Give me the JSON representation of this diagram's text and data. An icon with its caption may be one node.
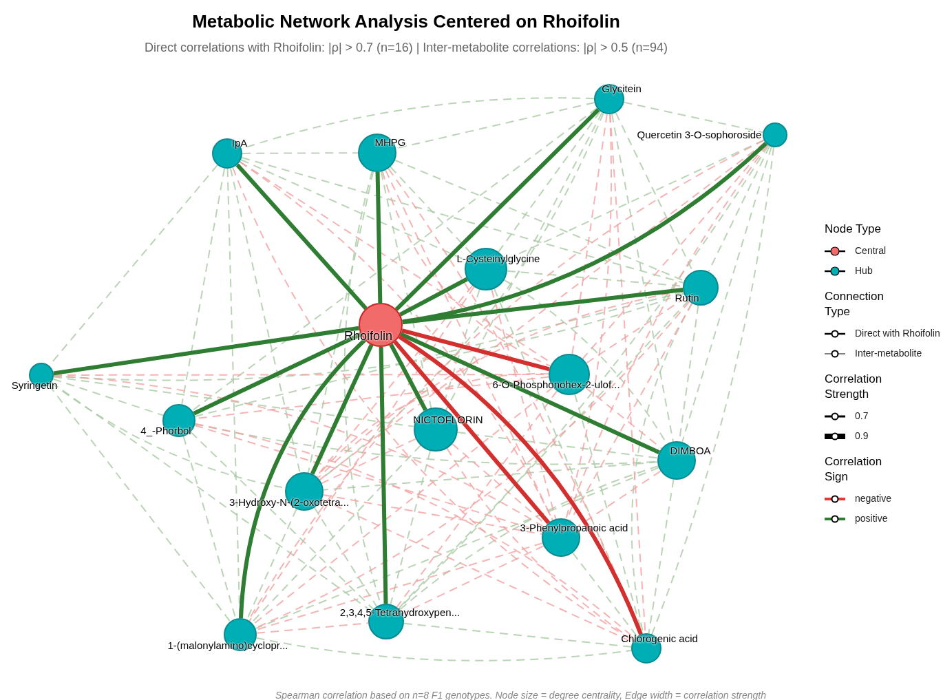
{
  "diagram": {
    "title": "Metabolic Network Analysis Centered on Rhoifolin",
    "caption": "Spearman correlation based on n=8 F1 genotypes. Node size = degree centrality, Edge width = correlation strength",
    "nodes": [
      {
        "text": [
          "Rhoifolin"
        ]
      },
      {
        "text": [
          "Glycitein"
        ]
      },
      {
        "text": [
          "Quercetin 3-O-sophoroside"
        ]
      },
      {
        "text": [
          "IpA"
        ]
      },
      {
        "text": [
          "MHPG"
        ]
      },
      {
        "text": [
          "L-Cysteinylglycine"
        ]
      },
      {
        "text": [
          "Rutin"
        ]
      },
      {
        "text": [
          "Syringetin"
        ]
      },
      {
        "text": [
          "6-O-Phosphonohex-2-ulof..."
        ]
      },
      {
        "text": [
          "4_-Phorbol"
        ]
      },
      {
        "text": [
          "NICTOFLORIN"
        ]
      },
      {
        "text": [
          "DIMBOA"
        ]
      },
      {
        "text": [
          "3-Hydroxy-N-(2-oxotetra..."
        ]
      },
      {
        "text": [
          "3-Phenylpropanoic acid"
        ]
      },
      {
        "text": [
          "1-(malonylamino)cyclopr..."
        ]
      },
      {
        "text": [
          "2,3,4,5-Tetrahydroxypen..."
        ]
      },
      {
        "text": [
          "Chlorogenic acid"
        ]
      }
    ],
    "edges": [
      {
        "from": 1,
        "to": 2,
        "arrow": "none",
        "style": "dashed"
      },
      {
        "from": 1,
        "to": 3,
        "arrow": "none",
        "style": "dashed"
      },
      {
        "from": 1,
        "to": 4,
        "arrow": "none",
        "style": "dashed"
      },
      {
        "from": 1,
        "to": 5,
        "arrow": "none",
        "style": "dashed"
      },
      {
        "from": 1,
        "to": 6,
        "arrow": "none",
        "style": "dashed"
      },
      {
        "from": 1,
        "to": 11,
        "arrow": "none",
        "style": "dashed"
      },
      {
        "from": 1,
        "to": 12,
        "arrow": "none",
        "style": "dashed"
      },
      {
        "from": 1,
        "to": 9,
        "arrow": "none",
        "style": "dashed"
      },
      {
        "from": 2,
        "to": 6,
        "arrow": "none",
        "style": "dashed"
      },
      {
        "from": 2,
        "to": 11,
        "arrow": "none",
        "style": "dashed"
      },
      {
        "from": 2,
        "to": 5,
        "arrow": "none",
        "style": "dashed"
      },
      {
        "from": 2,
        "to": 15,
        "arrow": "none",
        "style": "dashed"
      },
      {
        "from": 3,
        "to": 4,
        "arrow": "none",
        "style": "dashed"
      },
      {
        "from": 3,
        "to": 7,
        "arrow": "none",
        "style": "dashed"
      },
      {
        "from": 3,
        "to": 9,
        "arrow": "none",
        "style": "dashed"
      },
      {
        "from": 3,
        "to": 12,
        "arrow": "none",
        "style": "dashed"
      },
      {
        "from": 3,
        "to": 14,
        "arrow": "none",
        "style": "dashed"
      },
      {
        "from": 3,
        "to": 6,
        "arrow": "none",
        "style": "dashed"
      },
      {
        "from": 3,
        "to": 5,
        "arrow": "none",
        "style": "dashed"
      },
      {
        "from": 4,
        "to": 6,
        "arrow": "none",
        "style": "dashed"
      },
      {
        "from": 4,
        "to": 5,
        "arrow": "none",
        "style": "dashed"
      },
      {
        "from": 4,
        "to": 10,
        "arrow": "none",
        "style": "dashed"
      },
      {
        "from": 4,
        "to": 15,
        "arrow": "none",
        "style": "dashed"
      },
      {
        "from": 5,
        "to": 6,
        "arrow": "none",
        "style": "dashed"
      },
      {
        "from": 5,
        "to": 11,
        "arrow": "none",
        "style": "dashed"
      },
      {
        "from": 5,
        "to": 16,
        "arrow": "none",
        "style": "dashed"
      },
      {
        "from": 6,
        "to": 11,
        "arrow": "none",
        "style": "dashed"
      },
      {
        "from": 6,
        "to": 9,
        "arrow": "none",
        "style": "dashed"
      },
      {
        "from": 6,
        "to": 7,
        "arrow": "none",
        "style": "dashed"
      },
      {
        "from": 6,
        "to": 15,
        "arrow": "none",
        "style": "dashed"
      },
      {
        "from": 7,
        "to": 9,
        "arrow": "none",
        "style": "dashed"
      },
      {
        "from": 7,
        "to": 12,
        "arrow": "none",
        "style": "dashed"
      },
      {
        "from": 7,
        "to": 14,
        "arrow": "none",
        "style": "dashed"
      },
      {
        "from": 7,
        "to": 15,
        "arrow": "none",
        "style": "dashed"
      },
      {
        "from": 7,
        "to": 10,
        "arrow": "none",
        "style": "dashed"
      },
      {
        "from": 9,
        "to": 11,
        "arrow": "none",
        "style": "dashed"
      },
      {
        "from": 9,
        "to": 14,
        "arrow": "none",
        "style": "dashed"
      },
      {
        "from": 9,
        "to": 15,
        "arrow": "none",
        "style": "dashed"
      },
      {
        "from": 10,
        "to": 11,
        "arrow": "none",
        "style": "dashed"
      },
      {
        "from": 10,
        "to": 14,
        "arrow": "none",
        "style": "dashed"
      },
      {
        "from": 11,
        "to": 12,
        "arrow": "none",
        "style": "dashed"
      },
      {
        "from": 11,
        "to": 14,
        "arrow": "none",
        "style": "dashed"
      },
      {
        "from": 11,
        "to": 15,
        "arrow": "none",
        "style": "dashed"
      },
      {
        "from": 12,
        "to": 14,
        "arrow": "none",
        "style": "dashed"
      },
      {
        "from": 12,
        "to": 15,
        "arrow": "none",
        "style": "dashed"
      },
      {
        "from": 13,
        "to": 16,
        "arrow": "none",
        "style": "dashed"
      },
      {
        "from": 14,
        "to": 16,
        "arrow": "none",
        "style": "dashed"
      },
      {
        "from": 15,
        "to": 16,
        "arrow": "none",
        "style": "dashed"
      },
      {
        "from": 2,
        "to": 16,
        "arrow": "none",
        "style": "dashed"
      },
      {
        "from": 6,
        "to": 16,
        "arrow": "none",
        "style": "dashed"
      },
      {
        "from": 11,
        "to": 16,
        "arrow": "none",
        "style": "dashed"
      },
      {
        "from": 1,
        "to": 10,
        "arrow": "none",
        "style": "dashed"
      },
      {
        "from": 4,
        "to": 12,
        "arrow": "none",
        "style": "dashed"
      },
      {
        "from": 5,
        "to": 10,
        "arrow": "none",
        "style": "dashed"
      },
      {
        "from": 10,
        "to": 15,
        "arrow": "none",
        "style": "dashed"
      },
      {
        "from": 8,
        "to": 16,
        "arrow": "none",
        "style": "dashed"
      },
      {
        "from": 1,
        "to": 8,
        "arrow": "none",
        "style": "dashed",
        "color": "#f2a0a0"
      },
      {
        "from": 1,
        "to": 13,
        "arrow": "none",
        "style": "dashed",
        "color": "#f2a0a0"
      },
      {
        "from": 1,
        "to": 16,
        "arrow": "none",
        "style": "dashed",
        "color": "#f2a0a0"
      },
      {
        "from": 2,
        "to": 8,
        "arrow": "none",
        "style": "dashed",
        "color": "#f2a0a0"
      },
      {
        "from": 2,
        "to": 13,
        "arrow": "none",
        "style": "dashed",
        "color": "#f2a0a0"
      },
      {
        "from": 2,
        "to": 14,
        "arrow": "none",
        "style": "dashed",
        "color": "#f2a0a0"
      },
      {
        "from": 2,
        "to": 12,
        "arrow": "none",
        "style": "dashed",
        "color": "#f2a0a0"
      },
      {
        "from": 3,
        "to": 8,
        "arrow": "none",
        "style": "dashed",
        "color": "#f2a0a0"
      },
      {
        "from": 3,
        "to": 13,
        "arrow": "none",
        "style": "dashed",
        "color": "#f2a0a0"
      },
      {
        "from": 3,
        "to": 16,
        "arrow": "none",
        "style": "dashed",
        "color": "#f2a0a0"
      },
      {
        "from": 4,
        "to": 8,
        "arrow": "none",
        "style": "dashed",
        "color": "#f2a0a0"
      },
      {
        "from": 4,
        "to": 13,
        "arrow": "none",
        "style": "dashed",
        "color": "#f2a0a0"
      },
      {
        "from": 4,
        "to": 16,
        "arrow": "none",
        "style": "dashed",
        "color": "#f2a0a0"
      },
      {
        "from": 5,
        "to": 13,
        "arrow": "none",
        "style": "dashed",
        "color": "#f2a0a0"
      },
      {
        "from": 5,
        "to": 14,
        "arrow": "none",
        "style": "dashed",
        "color": "#f2a0a0"
      },
      {
        "from": 5,
        "to": 12,
        "arrow": "none",
        "style": "dashed",
        "color": "#f2a0a0"
      },
      {
        "from": 6,
        "to": 8,
        "arrow": "none",
        "style": "dashed",
        "color": "#f2a0a0"
      },
      {
        "from": 6,
        "to": 13,
        "arrow": "none",
        "style": "dashed",
        "color": "#f2a0a0"
      },
      {
        "from": 6,
        "to": 14,
        "arrow": "none",
        "style": "dashed",
        "color": "#f2a0a0"
      },
      {
        "from": 6,
        "to": 12,
        "arrow": "none",
        "style": "dashed",
        "color": "#f2a0a0"
      },
      {
        "from": 7,
        "to": 8,
        "arrow": "none",
        "style": "dashed",
        "color": "#f2a0a0"
      },
      {
        "from": 7,
        "to": 13,
        "arrow": "none",
        "style": "dashed",
        "color": "#f2a0a0"
      },
      {
        "from": 8,
        "to": 9,
        "arrow": "none",
        "style": "dashed",
        "color": "#f2a0a0"
      },
      {
        "from": 8,
        "to": 11,
        "arrow": "none",
        "style": "dashed",
        "color": "#f2a0a0"
      },
      {
        "from": 8,
        "to": 12,
        "arrow": "none",
        "style": "dashed",
        "color": "#f2a0a0"
      },
      {
        "from": 8,
        "to": 14,
        "arrow": "none",
        "style": "dashed",
        "color": "#f2a0a0"
      },
      {
        "from": 8,
        "to": 15,
        "arrow": "none",
        "style": "dashed",
        "color": "#f2a0a0"
      },
      {
        "from": 9,
        "to": 13,
        "arrow": "none",
        "style": "dashed",
        "color": "#f2a0a0"
      },
      {
        "from": 9,
        "to": 16,
        "arrow": "none",
        "style": "dashed",
        "color": "#f2a0a0"
      },
      {
        "from": 10,
        "to": 13,
        "arrow": "none",
        "style": "dashed",
        "color": "#f2a0a0"
      },
      {
        "from": 10,
        "to": 16,
        "arrow": "none",
        "style": "dashed",
        "color": "#f2a0a0"
      },
      {
        "from": 10,
        "to": 12,
        "arrow": "none",
        "style": "dashed",
        "color": "#f2a0a0"
      },
      {
        "from": 11,
        "to": 13,
        "arrow": "none",
        "style": "dashed",
        "color": "#f2a0a0"
      },
      {
        "from": 12,
        "to": 13,
        "arrow": "none",
        "style": "dashed",
        "color": "#f2a0a0"
      },
      {
        "from": 12,
        "to": 16,
        "arrow": "none",
        "style": "dashed",
        "color": "#f2a0a0"
      },
      {
        "from": 13,
        "to": 14,
        "arrow": "none",
        "style": "dashed",
        "color": "#f2a0a0"
      },
      {
        "from": 13,
        "to": 15,
        "arrow": "none",
        "style": "dashed",
        "color": "#f2a0a0"
      },
      {
        "from": 14,
        "to": 15,
        "arrow": "none",
        "style": "dashed",
        "color": "#f2a0a0"
      },
      {
        "from": 0,
        "to": 1,
        "arrow": "none",
        "style": "thick",
        "color": "#2e7d32"
      },
      {
        "from": 0,
        "to": 2,
        "arrow": "none",
        "style": "thick",
        "color": "#2e7d32"
      },
      {
        "from": 0,
        "to": 3,
        "arrow": "none",
        "style": "thick",
        "color": "#2e7d32"
      },
      {
        "from": 0,
        "to": 4,
        "arrow": "none",
        "style": "thick",
        "color": "#2e7d32"
      },
      {
        "from": 0,
        "to": 5,
        "arrow": "none",
        "style": "thick",
        "color": "#2e7d32"
      },
      {
        "from": 0,
        "to": 6,
        "arrow": "none",
        "style": "thick",
        "color": "#2e7d32"
      },
      {
        "from": 0,
        "to": 7,
        "arrow": "none",
        "style": "thick",
        "color": "#2e7d32"
      },
      {
        "from": 0,
        "to": 8,
        "arrow": "none",
        "style": "thick",
        "color": "#d32f2f"
      },
      {
        "from": 0,
        "to": 9,
        "arrow": "none",
        "style": "thick",
        "color": "#2e7d32"
      },
      {
        "from": 0,
        "to": 10,
        "arrow": "none",
        "style": "thick",
        "color": "#2e7d32"
      },
      {
        "from": 0,
        "to": 11,
        "arrow": "none",
        "style": "thick",
        "color": "#2e7d32"
      },
      {
        "from": 0,
        "to": 12,
        "arrow": "none",
        "style": "thick",
        "color": "#2e7d32"
      },
      {
        "from": 0,
        "to": 13,
        "arrow": "none",
        "style": "thick",
        "color": "#d32f2f"
      },
      {
        "from": 0,
        "to": 14,
        "arrow": "none",
        "style": "thick",
        "color": "#2e7d32"
      },
      {
        "from": 0,
        "to": 15,
        "arrow": "none",
        "style": "thick",
        "color": "#2e7d32"
      },
      {
        "from": 0,
        "to": 16,
        "arrow": "none",
        "style": "thick",
        "color": "#d32f2f"
      }
    ],
    "labels": [
      "Direct correlations with Rhoifolin: |ρ| > 0.7 (n=16) | Inter-metabolite correlations: |ρ| > 0.5 (n=94)",
      "Node Type",
      "Connection Type",
      "Correlation Strength",
      "Correlation Sign"
    ],
    "legend": [
      {
        "text": "Central",
        "color": "#f26b6b"
      },
      {
        "text": "Hub",
        "color": "#00aeb5"
      },
      {
        "text": "Direct with Rhoifolin"
      },
      {
        "text": "Inter-metabolite"
      },
      {
        "text": "0.7"
      },
      {
        "text": "0.9"
      },
      {
        "text": "negative",
        "color": "#e53935"
      },
      {
        "text": "positive",
        "color": "#2e7d32"
      }
    ]
  }
}
